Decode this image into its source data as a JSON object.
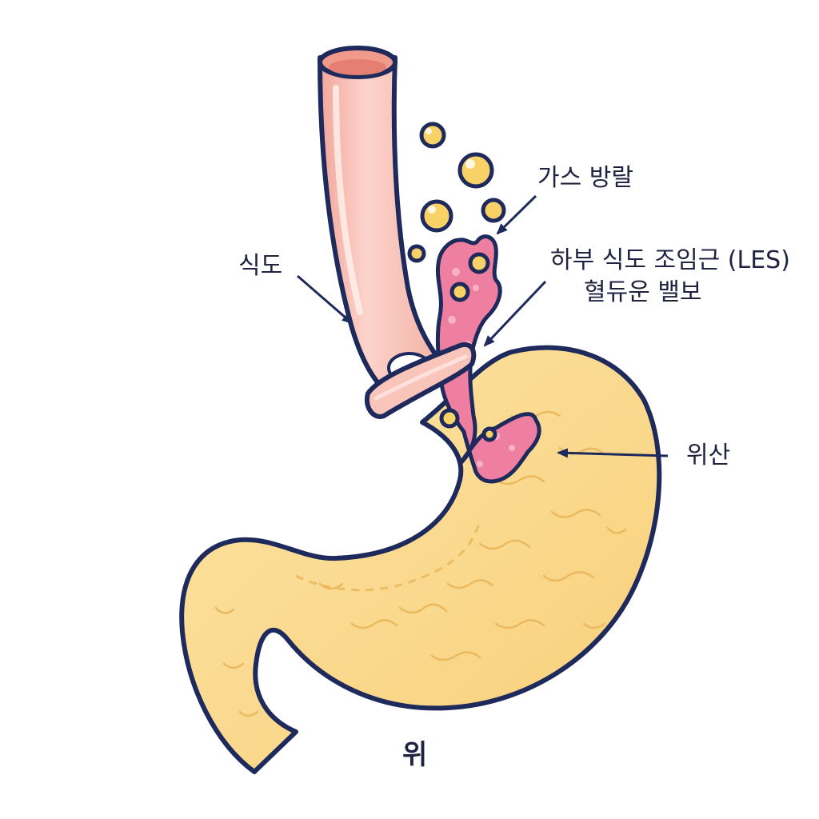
{
  "labels": {
    "esophagus": "식도",
    "gas_bubbles": "가스 방랄",
    "les_line1": "하부 식도 조임근 (LES)",
    "les_line2": "혈듀운 밸보",
    "stomach_acid": "위산",
    "stomach": "위"
  },
  "colors": {
    "outline": "#1f2a5c",
    "esophagus": "#f6b9ae",
    "stomach": "#fbd88c",
    "reflux": "#ef7fa0",
    "bubble": "#f8d266"
  }
}
